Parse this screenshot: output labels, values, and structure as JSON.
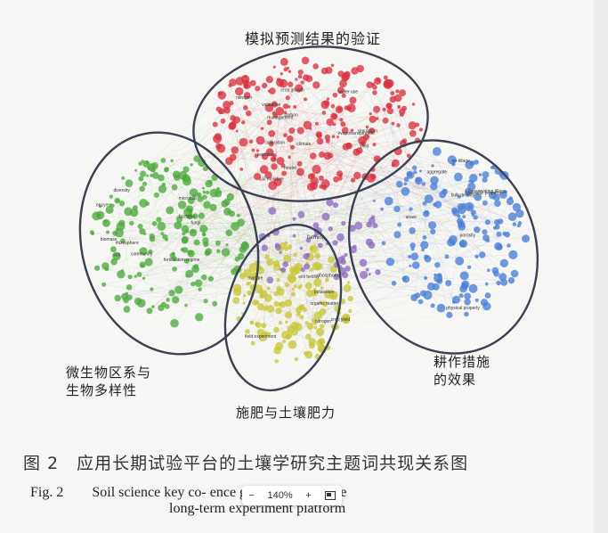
{
  "figure": {
    "clusters": [
      {
        "id": "validation",
        "label_lines": [
          "模拟预测结果的验证"
        ],
        "color": "#d8323f"
      },
      {
        "id": "microbe",
        "label_lines": [
          "微生物区系与",
          "生物多样性"
        ],
        "color": "#4daa3c"
      },
      {
        "id": "tillage",
        "label_lines": [
          "耕作措施",
          "的效果"
        ],
        "color": "#4a7fd6"
      },
      {
        "id": "fertilization",
        "label_lines": [
          "施肥与土壤肥力"
        ],
        "color": "#c9c63a"
      }
    ],
    "keywords": {
      "validation": [
        "calibration",
        "soil moisture",
        "yield",
        "model",
        "crop growth",
        "validation",
        "simulation",
        "climate",
        "evapotranspiration",
        "nitrogen",
        "leaching",
        "carbon",
        "water use",
        "management"
      ],
      "microbe": [
        "community",
        "diversity",
        "bacteria",
        "fungi",
        "soil",
        "enzyme",
        "biomass",
        "fertilization regime",
        "rhizosphere",
        "microbial"
      ],
      "tillage": [
        "bulk density",
        "aggregate",
        "physical property",
        "conservation tillage",
        "no-tillage",
        "porosity",
        "hydraulic property",
        "straw"
      ],
      "fertilization": [
        "organic matter",
        "nitrogen",
        "phosphorus",
        "potassium",
        "manure",
        "crop yield",
        "soil fertility",
        "field experiment"
      ]
    },
    "center_keyword": "farming"
  },
  "caption": {
    "cn": "图 2　应用长期试验平台的土壤学研究主题词共现关系图",
    "en_line1": "Fig. 2　　Soil science key        co-      ence graph based on the",
    "en_line2": "long-term experiment platform"
  },
  "zoom": {
    "minus": "−",
    "level": "140%",
    "plus": "+",
    "fit_icon": "fit-to-page-icon"
  },
  "colors": {
    "outline": "#3b4152",
    "background": "#f6f6f4"
  }
}
